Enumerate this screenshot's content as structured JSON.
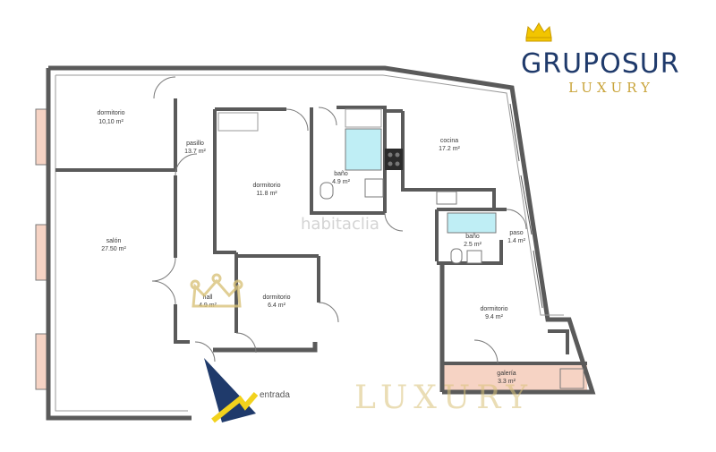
{
  "brand": {
    "name": "GRUPOSUR",
    "tagline": "LUXURY",
    "crown_icon": "crown-icon"
  },
  "watermark": {
    "luxury": "LUXURY",
    "site": "habitaclia"
  },
  "entrance": {
    "label": "entrada"
  },
  "rooms": [
    {
      "name": "dormitorio",
      "area": "10,10 m²"
    },
    {
      "name": "pasillo",
      "area": "13.7 m²"
    },
    {
      "name": "dormitorio",
      "area": "11.8 m²"
    },
    {
      "name": "baño",
      "area": "4.9 m²"
    },
    {
      "name": "cocina",
      "area": "17.2 m²"
    },
    {
      "name": "salón",
      "area": "27.50 m²"
    },
    {
      "name": "baño",
      "area": "2.5 m²"
    },
    {
      "name": "paso",
      "area": "1.4 m²"
    },
    {
      "name": "hall",
      "area": "4.9 m²"
    },
    {
      "name": "dormitorio",
      "area": "6.4 m²"
    },
    {
      "name": "dormitorio",
      "area": "9.4 m²"
    },
    {
      "name": "galería",
      "area": "3.3 m²"
    }
  ],
  "colors": {
    "wall": "#5a5a5a",
    "balcony": "#f6d3c4",
    "navy": "#1f3a6b",
    "gold": "#c9a43a",
    "fixture": "#bfeef5"
  }
}
